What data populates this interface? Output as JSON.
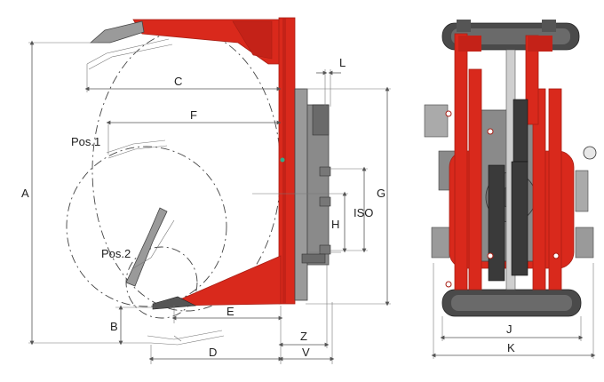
{
  "labels": {
    "a": "A",
    "b": "B",
    "c": "C",
    "d": "D",
    "e": "E",
    "f": "F",
    "g": "G",
    "h": "H",
    "iso": "ISO",
    "j": "J",
    "k": "K",
    "l": "L",
    "v": "V",
    "z": "Z",
    "pos1": "Pos.1",
    "pos2": "Pos.2"
  },
  "colors": {
    "frame": "#d9291c",
    "frame_dark": "#a81e14",
    "metal": "#9a9a9a",
    "metal_dark": "#5c5c5c",
    "rubber": "#3a3a3a"
  }
}
